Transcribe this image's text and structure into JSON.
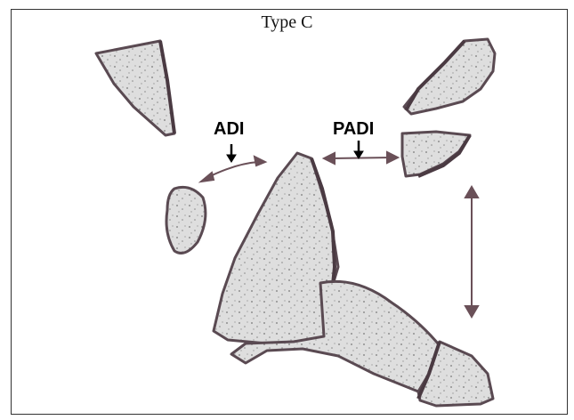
{
  "figure": {
    "title": "Type C",
    "labels": {
      "adi": "ADI",
      "padi": "PADI"
    }
  },
  "colors": {
    "bone_fill": "#dedede",
    "bone_outline": "#5a4a52",
    "arrow": "#6a5058",
    "speckle": "#777777"
  }
}
